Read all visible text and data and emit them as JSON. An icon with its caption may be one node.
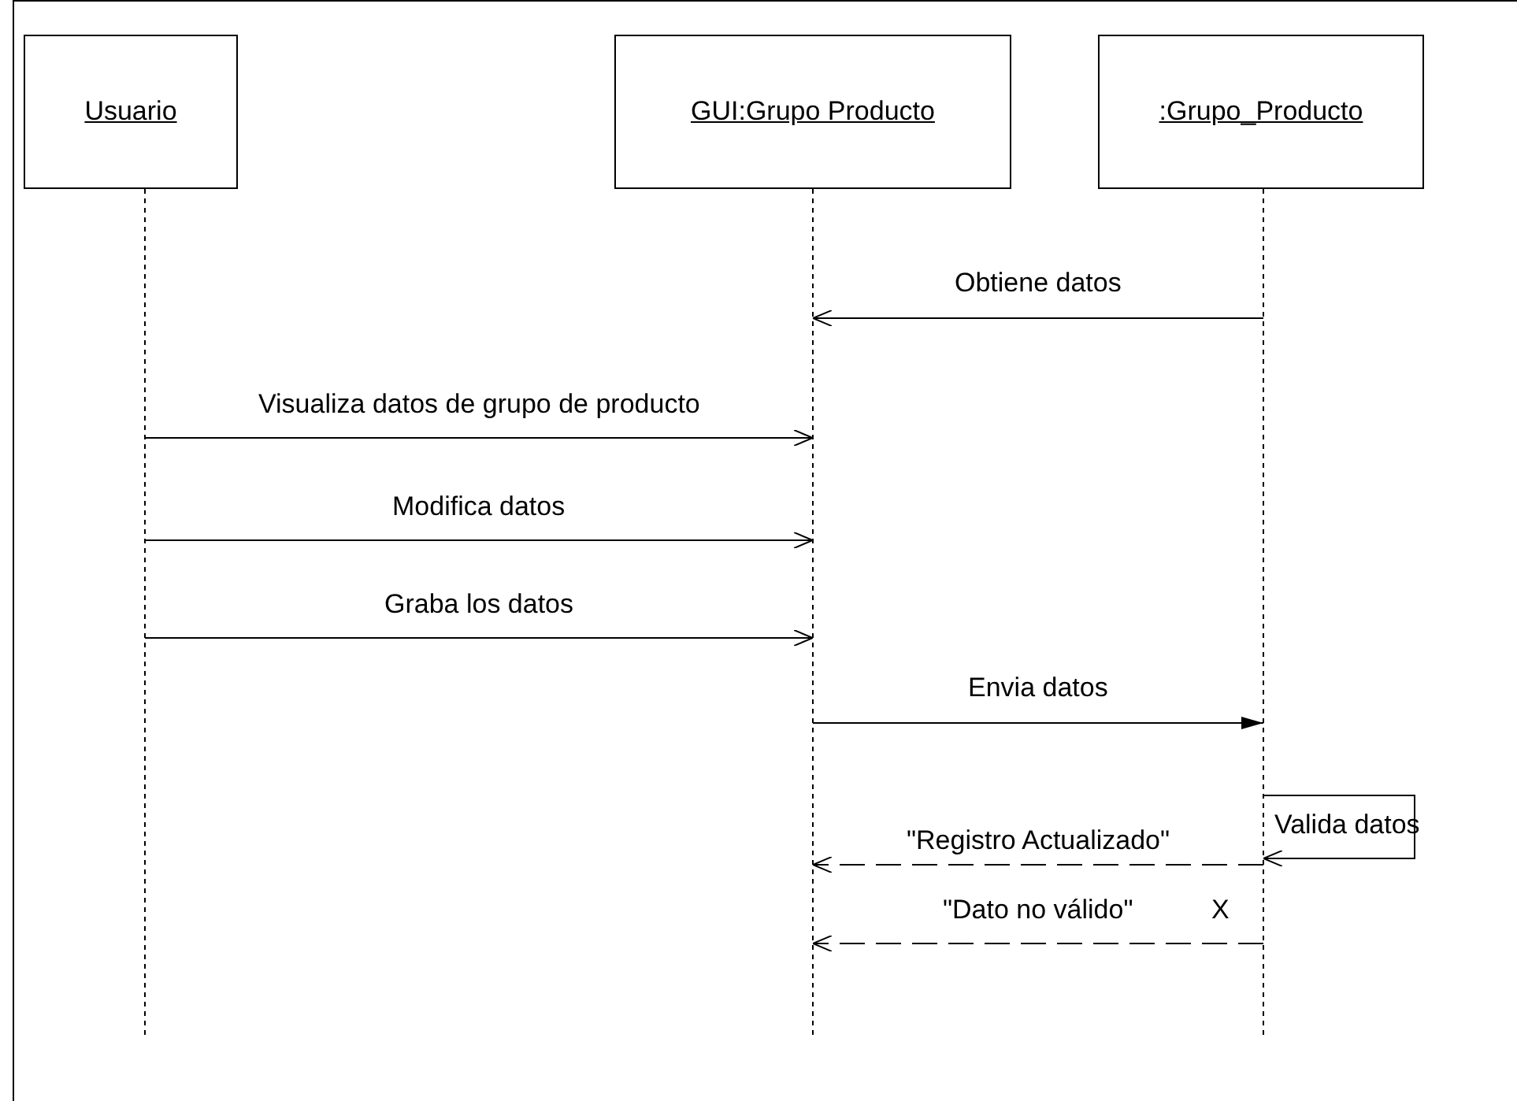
{
  "diagram": {
    "nodes": [
      {
        "text": [
          "Usuario"
        ]
      },
      {
        "text": [
          "GUI:Grupo Producto"
        ]
      },
      {
        "text": [
          ":Grupo_Producto"
        ]
      }
    ],
    "edges": [
      {
        "from": 2,
        "to": 1,
        "arrow": "to",
        "label": "Obtiene datos"
      },
      {
        "from": 0,
        "to": 1,
        "arrow": "to",
        "label": "Visualiza datos de grupo de producto"
      },
      {
        "from": 0,
        "to": 1,
        "arrow": "to",
        "label": "Modifica datos"
      },
      {
        "from": 0,
        "to": 1,
        "arrow": "to",
        "label": "Graba los datos"
      },
      {
        "from": 1,
        "to": 2,
        "arrow": "to",
        "label": "Envia datos"
      },
      {
        "from": 2,
        "to": 2,
        "arrow": "to",
        "label": "Valida datos"
      },
      {
        "from": 2,
        "to": 1,
        "arrow": "to",
        "label": "\"Registro Actualizado\"",
        "style": "dashed"
      },
      {
        "from": 2,
        "to": 1,
        "arrow": "to",
        "label": "\"Dato no válido\"",
        "style": "dashed"
      }
    ],
    "labels": [
      "X"
    ]
  }
}
